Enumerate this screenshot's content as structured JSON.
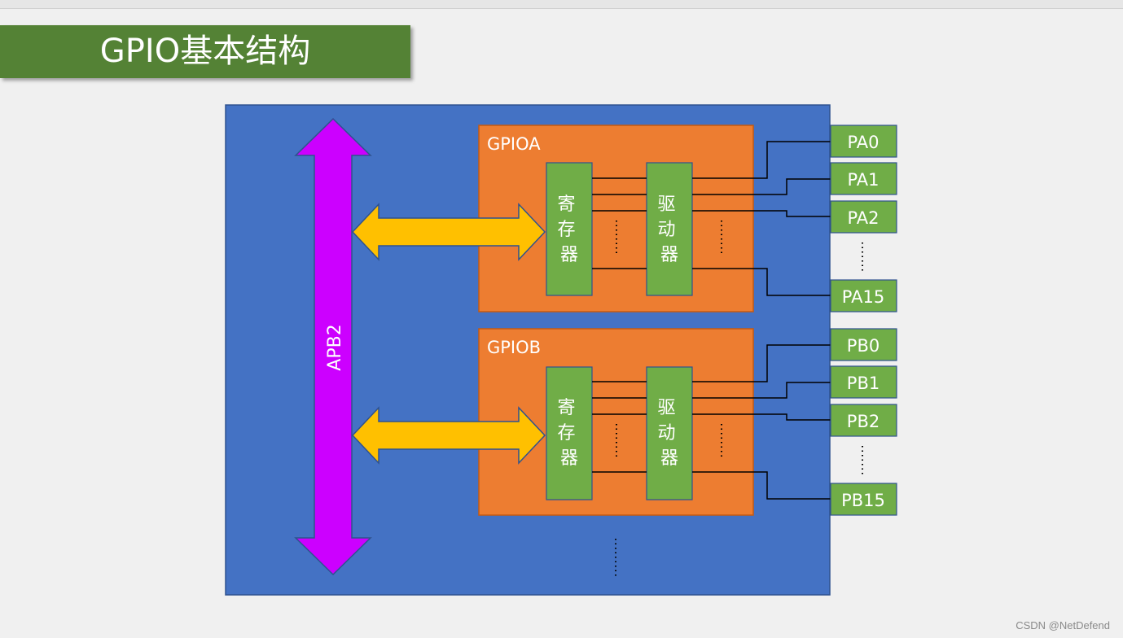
{
  "title": "GPIO基本结构",
  "bus_label": "APB2",
  "colors": {
    "chip": "#4472c4",
    "gpio_block": "#ed7d31",
    "green": "#70ad47",
    "bus_arrow": "#cc00ff",
    "data_arrow": "#ffc000",
    "banner": "#548235"
  },
  "blocks": [
    {
      "name": "GPIOA",
      "register_label": "寄存器",
      "driver_label": "驱动器",
      "pins": [
        "PA0",
        "PA1",
        "PA2",
        "PA15"
      ]
    },
    {
      "name": "GPIOB",
      "register_label": "寄存器",
      "driver_label": "驱动器",
      "pins": [
        "PB0",
        "PB1",
        "PB2",
        "PB15"
      ]
    }
  ],
  "watermark": "CSDN @NetDefend"
}
